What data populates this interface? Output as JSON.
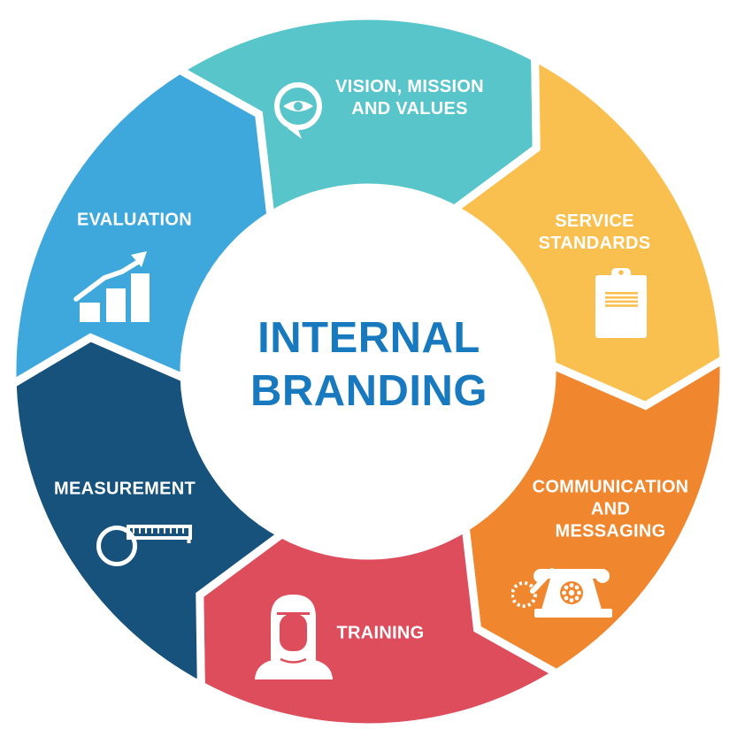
{
  "title": {
    "line1": "INTERNAL",
    "line2": "BRANDING",
    "color": "#1879BF"
  },
  "label_color": "#FFFFFF",
  "background_color": "#FFFFFF",
  "flow_direction": "clockwise",
  "segments": [
    {
      "id": "vision-mission-and-values",
      "label_lines": [
        "VISION, MISSION",
        "AND VALUES"
      ],
      "color": "#58C5CB",
      "icon": "eye-icon"
    },
    {
      "id": "service-standards",
      "label_lines": [
        "SERVICE",
        "STANDARDS"
      ],
      "color": "#F9C050",
      "icon": "clipboard-icon"
    },
    {
      "id": "communication-and-messaging",
      "label_lines": [
        "COMMUNICATION",
        "AND",
        "MESSAGING"
      ],
      "color": "#F0872E",
      "icon": "rotary-phone-icon"
    },
    {
      "id": "training",
      "label_lines": [
        "TRAINING"
      ],
      "color": "#DD4D5C",
      "icon": "person-icon"
    },
    {
      "id": "measurement",
      "label_lines": [
        "MEASUREMENT"
      ],
      "color": "#17527D",
      "icon": "tape-measure-icon"
    },
    {
      "id": "evaluation",
      "label_lines": [
        "EVALUATION"
      ],
      "color": "#3EA8DD",
      "icon": "bar-chart-arrow-icon"
    }
  ]
}
